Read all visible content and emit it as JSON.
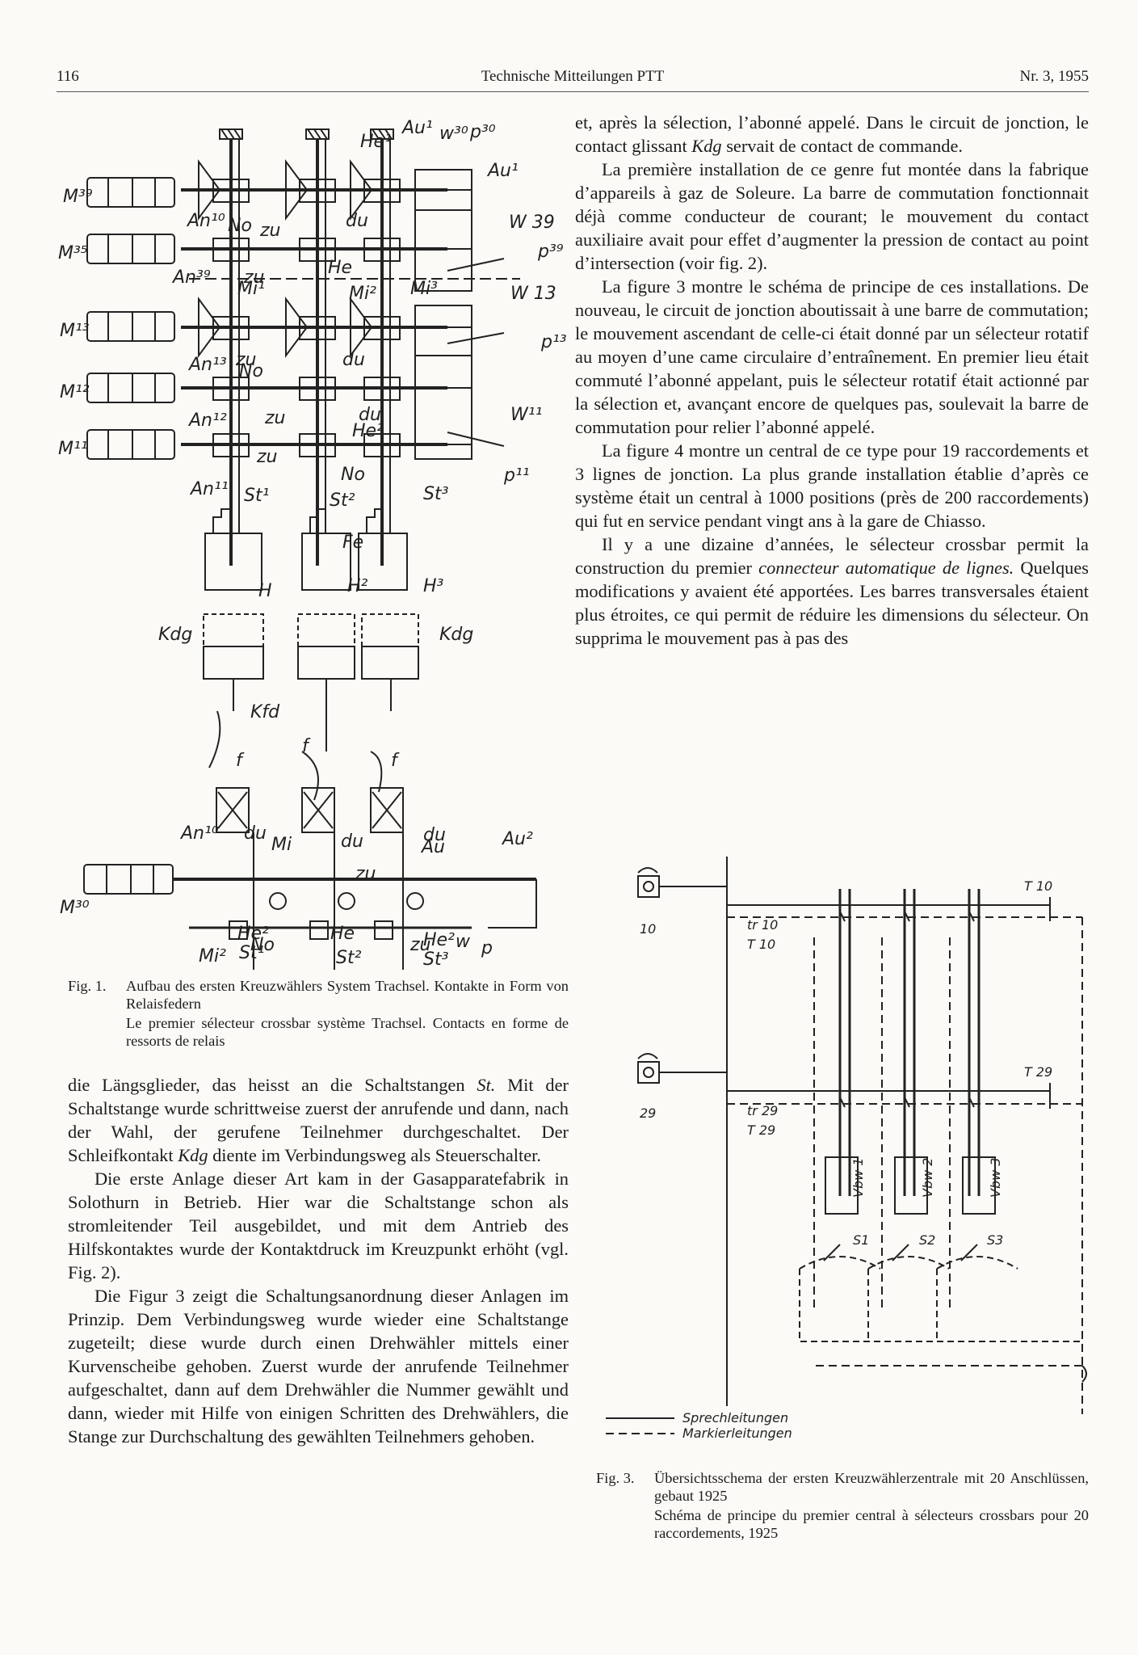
{
  "header": {
    "page_number": "116",
    "journal": "Technische Mitteilungen PTT",
    "issue": "Nr. 3, 1955"
  },
  "fig1": {
    "labels": {
      "m39": "M³⁹",
      "m35": "M³⁵",
      "m13": "M¹³",
      "m12": "M¹²",
      "m11": "M¹¹",
      "m30": "M³⁰",
      "an10": "An¹⁰",
      "an39": "An³⁹",
      "an13": "An¹³",
      "an12": "An¹²",
      "an11": "An¹¹",
      "an10b": "An¹⁰",
      "au1": "Au¹",
      "au1b": "Au¹",
      "au2": "Au²",
      "au_low": "Au",
      "w30": "w³⁰",
      "p30": "p³⁰",
      "p39": "p³⁹",
      "p13": "p¹³",
      "p11": "p¹¹",
      "p": "p",
      "w39": "W 39",
      "w13": "W 13",
      "w11": "W¹¹",
      "w": "w",
      "he1": "He¹",
      "he2": "He²",
      "he": "He",
      "he_low1": "He²",
      "he_low2": "He",
      "he_low3": "He²",
      "no": "No",
      "no2": "No",
      "no3": "No",
      "no_low": "No",
      "zu": "zu",
      "zu2": "zu",
      "zu3": "zu",
      "zu4": "zu",
      "zu5": "zu",
      "zu_low": "zu",
      "zu_low2": "zu",
      "du": "du",
      "du2": "du",
      "du3": "du",
      "du_low1": "du",
      "du_low2": "du",
      "du_low3": "du",
      "mi1": "Mi¹",
      "mi2": "Mi²",
      "mi3": "Mi³",
      "mi_low1": "Mi",
      "mi_low2": "Mi²",
      "st1": "St¹",
      "st2": "St²",
      "st3": "St³",
      "st_low1": "St¹",
      "st_low2": "St²",
      "st_low3": "St³",
      "fe": "Fe",
      "h1": "H",
      "h2": "H²",
      "h3": "H³",
      "kdg": "Kdg",
      "kdg2": "Kdg",
      "kfd": "Kfd",
      "f1": "f",
      "f2": "f",
      "f3": "f"
    },
    "caption_label": "Fig. 1.",
    "caption_de": "Aufbau des ersten Kreuzwählers System Trachsel. Kontakte in Form von Relaisfedern",
    "caption_fr": "Le premier sélecteur crossbar système Trachsel. Contacts en forme de ressorts de relais"
  },
  "left_text": {
    "p1_a": "die Längsglieder, das heisst an die Schaltstangen ",
    "p1_b": "St.",
    "p1_c": " Mit der Schaltstange wurde schrittweise zuerst der anrufende und dann, nach der Wahl, der gerufene Teilnehmer durchgeschaltet. Der Schleifkontakt ",
    "p1_d": "Kdg",
    "p1_e": " diente im Verbindungsweg als Steuerschalter.",
    "p2": "Die erste Anlage dieser Art kam in der Gasapparatefabrik in Solothurn in Betrieb. Hier war die Schaltstange schon als stromleitender Teil ausgebildet, und mit dem Antrieb des Hilfskontaktes wurde der Kontaktdruck im Kreuzpunkt erhöht (vgl. Fig. 2).",
    "p3": "Die Figur 3 zeigt die Schaltungsanordnung dieser Anlagen im Prinzip. Dem Verbindungsweg wurde wieder eine Schaltstange zugeteilt; diese wurde durch einen Drehwähler mittels einer Kurvenscheibe gehoben. Zuerst wurde der anrufende Teilnehmer aufgeschaltet, dann auf dem Drehwähler die Nummer gewählt und dann, wieder mit Hilfe von einigen Schritten des Drehwählers, die Stange zur Durchschaltung des gewählten Teilnehmers gehoben."
  },
  "right_text": {
    "p1_a": "et, après la sélection, l’abonné appelé. Dans le circuit de jonction, le contact glissant ",
    "p1_b": "Kdg",
    "p1_c": " servait de contact de commande.",
    "p2": "La première installation de ce genre fut montée dans la fabrique d’appareils à gaz de Soleure. La barre de commutation fonctionnait déjà comme conducteur de courant; le mouvement du contact auxiliaire avait pour effet d’augmenter la pression de contact au point d’intersection (voir fig. 2).",
    "p3": "La figure 3 montre le schéma de principe de ces installations. De nouveau, le circuit de jonction aboutissait à une barre de commutation; le mouvement ascendant de celle-ci était donné par un sélecteur rotatif au moyen d’une came circulaire d’entraînement. En premier lieu était commuté l’abonné appelant, puis le sélecteur rotatif était actionné par la sélection et, avançant encore de quelques pas, soulevait la barre de commutation pour relier l’abonné appelé.",
    "p4": "La figure 4 montre un central de ce type pour 19 raccordements et 3 lignes de jonction. La plus grande installation établie d’après ce système était un central à 1000 positions (près de 200 raccordements) qui fut en service pendant vingt ans à la gare de Chiasso.",
    "p5_a": "Il y a une dizaine d’années, le sélecteur crossbar permit la construction du premier ",
    "p5_b": "connecteur automatique de lignes.",
    "p5_c": " Quelques modifications y avaient été apportées. Les barres transversales étaient plus étroites, ce qui permit de réduire les dimensions du sélecteur. On supprima le mouvement pas à pas des"
  },
  "fig3": {
    "labels": {
      "t10": "T 10",
      "t29": "T 29",
      "sub10": "10",
      "sub29": "29",
      "tr10": "tr 10",
      "tr10b": "T 10",
      "tr29": "tr 29",
      "tr29b": "T 29",
      "vbw1": "Vbw 1",
      "vbw2": "Vbw 2",
      "vbw3": "Vbw 3",
      "s1": "S1",
      "s2": "S2",
      "s3": "S3"
    },
    "legend_solid": "Sprechleitungen",
    "legend_dashed": "Markierleitungen",
    "caption_label": "Fig. 3.",
    "caption_de": "Übersichtsschema der ersten Kreuzwählerzentrale mit 20 Anschlüssen, gebaut 1925",
    "caption_fr": "Schéma de principe du premier central à sélecteurs crossbars pour 20 raccordements, 1925"
  }
}
